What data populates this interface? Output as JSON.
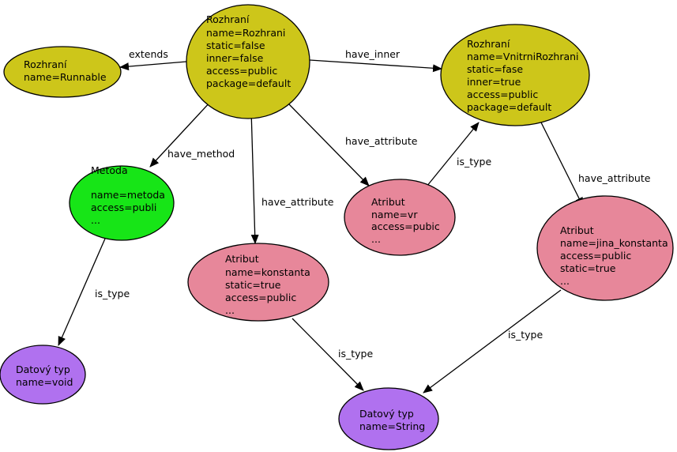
{
  "colors": {
    "interface": "#cdc61a",
    "method": "#17e517",
    "attribute": "#e7879a",
    "datatype": "#b071ef",
    "stroke": "#000000"
  },
  "nodes": {
    "rozhrani_main": {
      "kind": "interface",
      "lines": [
        "Rozhraní",
        "name=Rozhrani",
        "static=false",
        "inner=false",
        "access=public",
        "package=default"
      ]
    },
    "rozhrani_runnable": {
      "kind": "interface",
      "lines": [
        "Rozhraní",
        "name=Runnable"
      ]
    },
    "rozhrani_inner": {
      "kind": "interface",
      "lines": [
        "Rozhraní",
        "name=VnitrniRozhrani",
        "static=fase",
        "inner=true",
        "access=public",
        "package=default"
      ]
    },
    "metoda": {
      "kind": "method",
      "lines": [
        "Metoda",
        "name=metoda",
        "access=publi",
        "..."
      ]
    },
    "atribut_konstanta": {
      "kind": "attribute",
      "lines": [
        "Atribut",
        "name=konstanta",
        "static=true",
        "access=public",
        "..."
      ]
    },
    "atribut_vr": {
      "kind": "attribute",
      "lines": [
        "Atribut",
        "name=vr",
        "access=pubic",
        "..."
      ]
    },
    "atribut_jina": {
      "kind": "attribute",
      "lines": [
        "Atribut",
        "name=jina_konstanta",
        "access=public",
        "static=true",
        "..."
      ]
    },
    "typ_void": {
      "kind": "datatype",
      "lines": [
        "Datový typ",
        "name=void"
      ]
    },
    "typ_string": {
      "kind": "datatype",
      "lines": [
        "Datový typ",
        "name=String"
      ]
    }
  },
  "edges": {
    "extends": "extends",
    "have_inner": "have_inner",
    "have_method": "have_method",
    "have_attribute_konstanta": "have_attribute",
    "have_attribute_vr": "have_attribute",
    "have_attribute_jina": "have_attribute",
    "is_type_vr": "is_type",
    "is_type_metoda": "is_type",
    "is_type_konstanta": "is_type",
    "is_type_jina": "is_type"
  }
}
